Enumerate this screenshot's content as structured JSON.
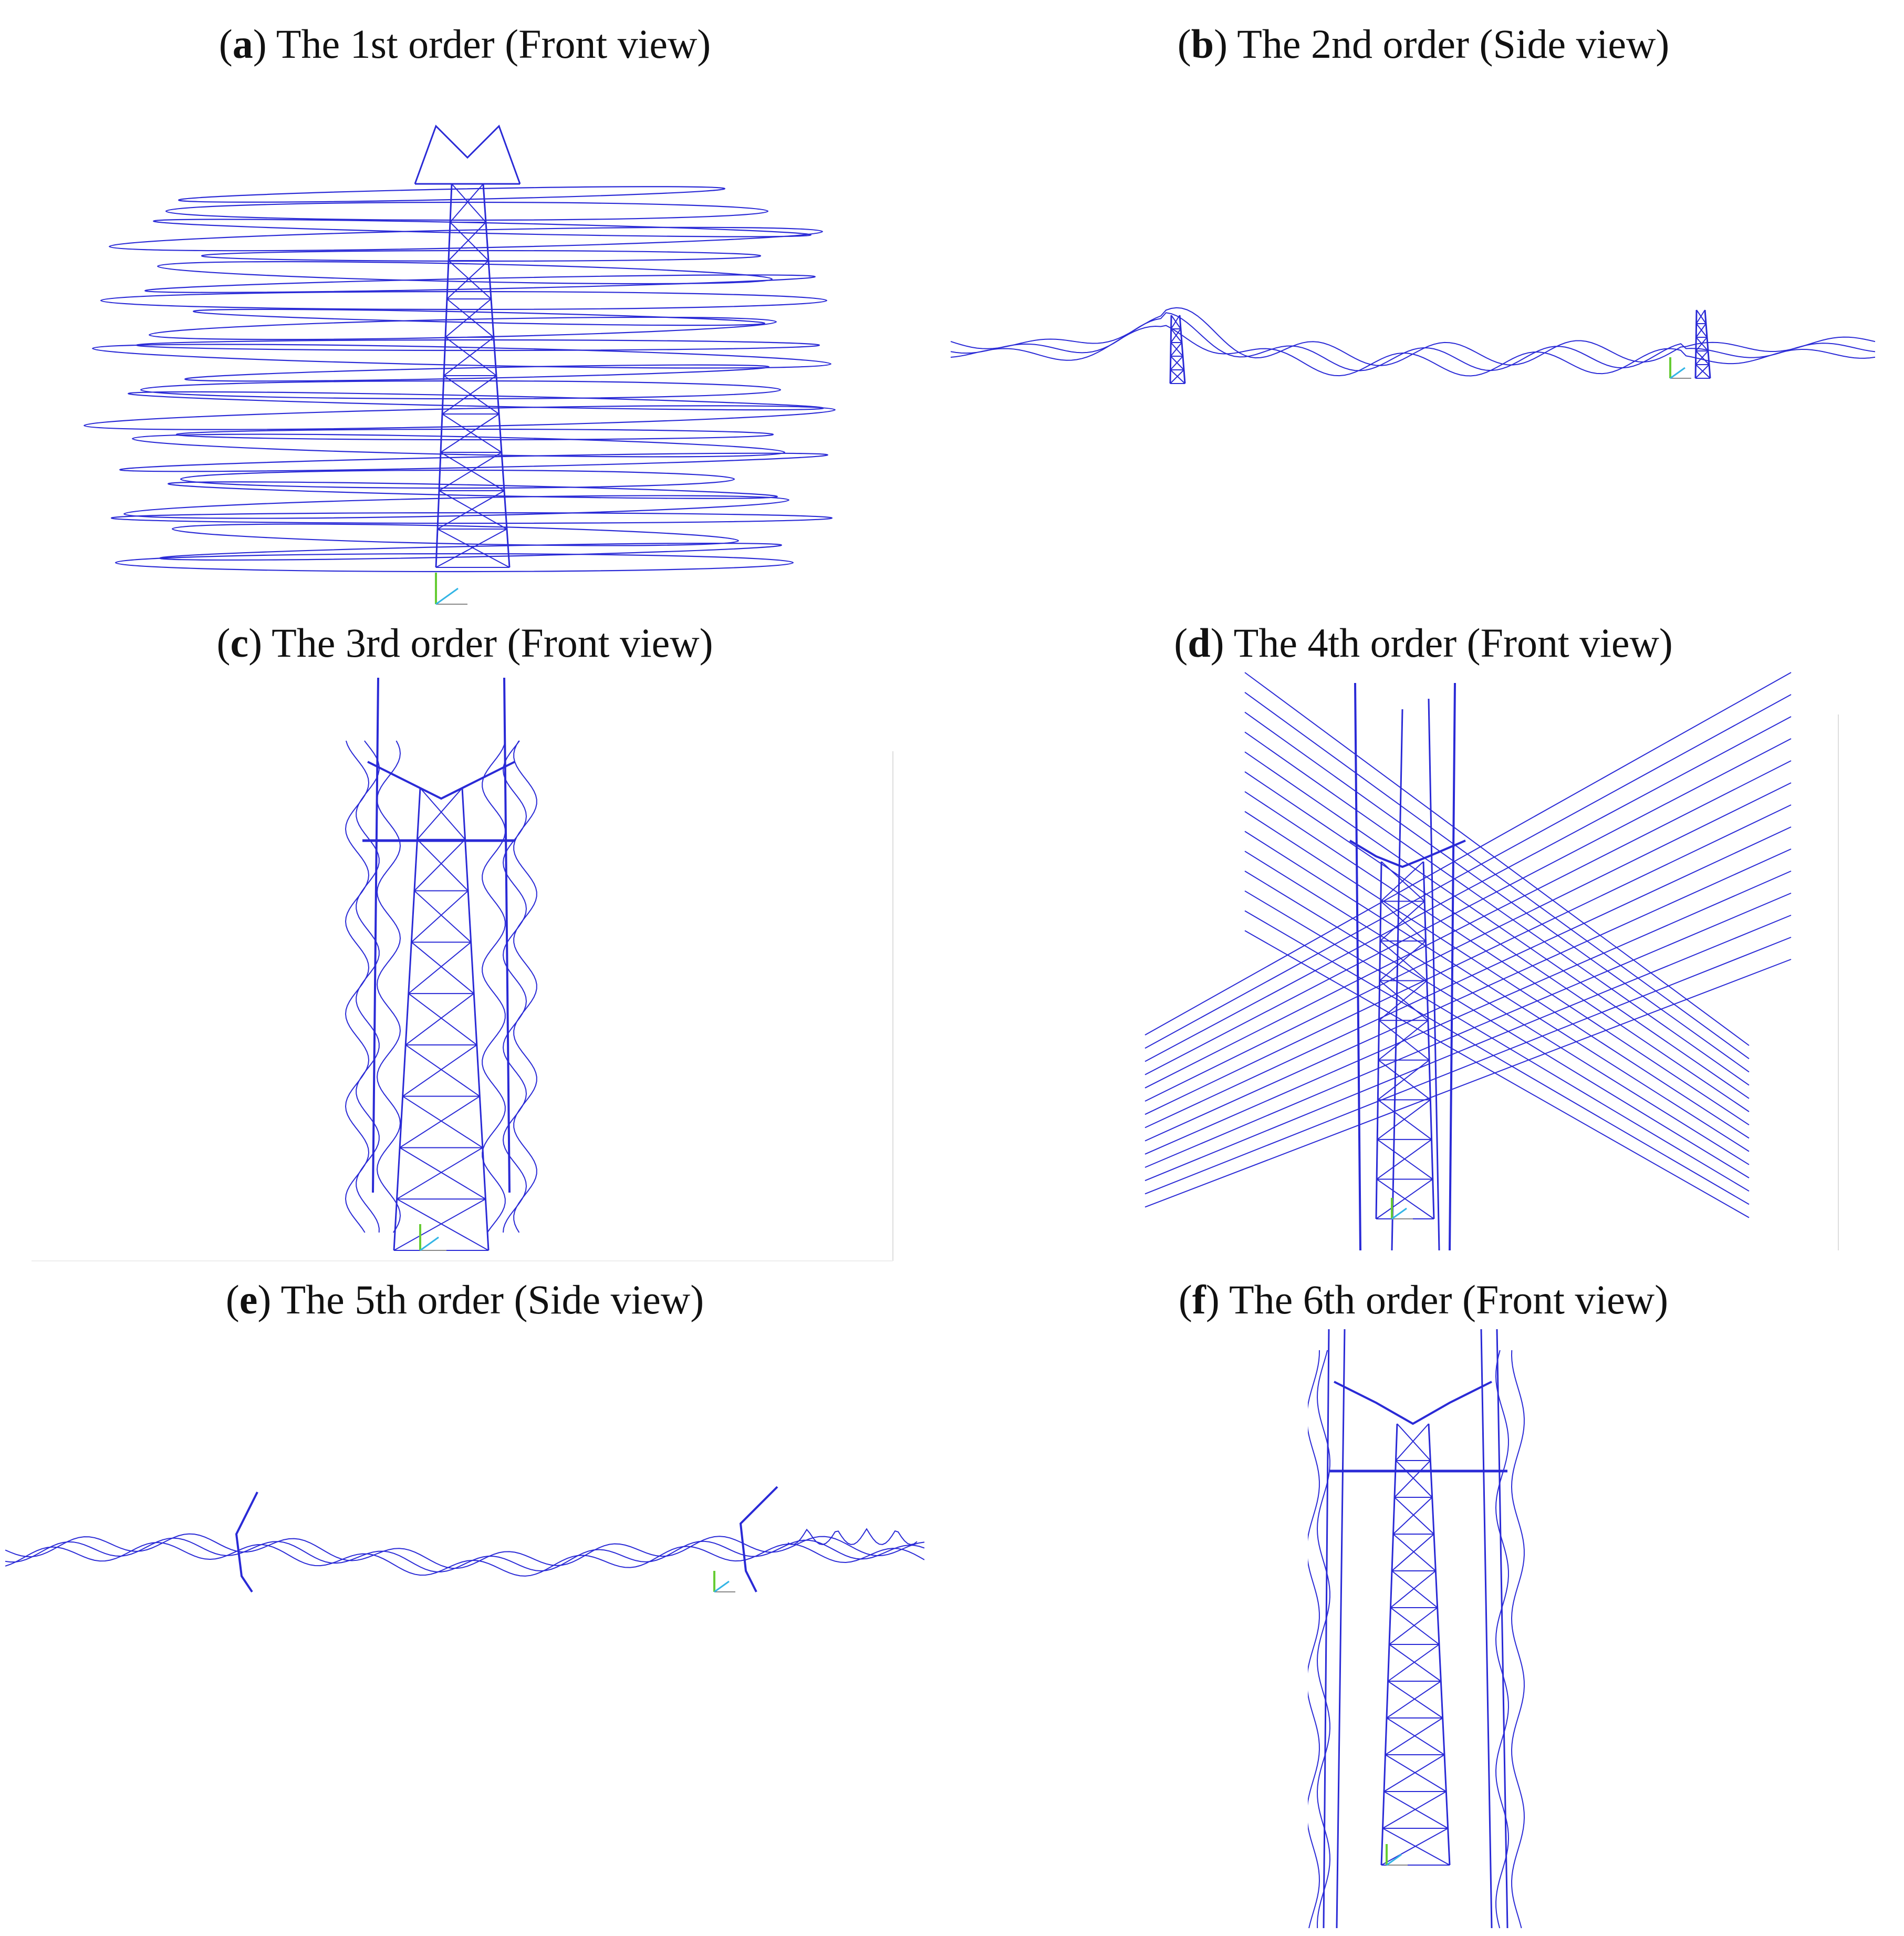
{
  "colors": {
    "structure": "#2a2ad6",
    "axis_green": "#66cc33",
    "axis_cyan": "#33b5e5",
    "caption": "#111111"
  },
  "panels": [
    {
      "id": "a",
      "letter": "a",
      "caption": "The 1st order (Front view)"
    },
    {
      "id": "b",
      "letter": "b",
      "caption": "The 2nd order (Side view)"
    },
    {
      "id": "c",
      "letter": "c",
      "caption": "The 3rd order (Front view)"
    },
    {
      "id": "d",
      "letter": "d",
      "caption": "The 4th order (Front view)"
    },
    {
      "id": "e",
      "letter": "e",
      "caption": "The 5th order (Side view)"
    },
    {
      "id": "f",
      "letter": "f",
      "caption": "The 6th order (Front view)"
    }
  ]
}
